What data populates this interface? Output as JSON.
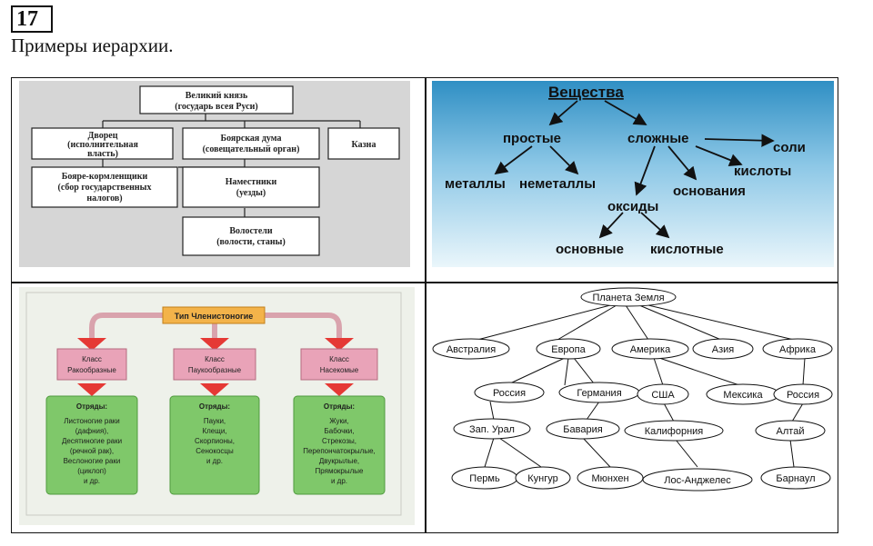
{
  "header": {
    "number": "17",
    "caption": "Примеры иерархии."
  },
  "rus": {
    "prince": [
      "Великий князь",
      "(государь всея Руси)"
    ],
    "palace": [
      "Дворец",
      "(исполнительная",
      "власть)"
    ],
    "duma": [
      "Боярская дума",
      "(совещательный орган)"
    ],
    "treasury": [
      "Казна"
    ],
    "feeders": [
      "Бояре-кормленщики",
      "(сбор государственных",
      "налогов)"
    ],
    "governors": [
      "Наместники",
      "(уезды)"
    ],
    "volost": [
      "Волостели",
      "(волости, станы)"
    ]
  },
  "chem": {
    "root": "Вещества",
    "simple": "простые",
    "complex": "сложные",
    "metals": "металлы",
    "nonmetals": "неметаллы",
    "salts": "соли",
    "acids": "кислоты",
    "bases": "основания",
    "oxides": "оксиды",
    "basic": "основные",
    "acidic": "кислотные"
  },
  "arthro": {
    "type": "Тип Членистоногие",
    "classes": [
      {
        "name": [
          "Класс",
          "Ракообразные"
        ],
        "title": "Отряды:",
        "items": [
          "Листоногие раки",
          "(дафния),",
          "Десятиногие раки",
          "(речной рак),",
          "Веслоногие раки",
          "(циклоп)",
          "и др."
        ]
      },
      {
        "name": [
          "Класс",
          "Паукообразные"
        ],
        "title": "Отряды:",
        "items": [
          "Пауки,",
          "Клещи,",
          "Скорпионы,",
          "Сенокосцы",
          "и др."
        ]
      },
      {
        "name": [
          "Класс",
          "Насекомые"
        ],
        "title": "Отряды:",
        "items": [
          "Жуки,",
          "Бабочки,",
          "Стрекозы,",
          "Перепончатокрылые,",
          "Двукрылые,",
          "Прямокрылые",
          "и др."
        ]
      }
    ]
  },
  "earth": {
    "root": "Планета Земля",
    "continents": [
      "Австралия",
      "Европа",
      "Америка",
      "Азия",
      "Африка"
    ],
    "countries": [
      "Россия",
      "Германия",
      "США",
      "Мексика",
      "Россия"
    ],
    "regions": [
      "Зап. Урал",
      "Бавария",
      "Калифорния",
      "Алтай"
    ],
    "cities": [
      "Пермь",
      "Кунгур",
      "Мюнхен",
      "Лос-Анджелес",
      "Барнаул"
    ]
  },
  "colors": {
    "sky": "#6fb3d6",
    "pink": "#e9a3b8",
    "green": "#7fc86a",
    "orange": "#f3b34a",
    "red": "#e53935"
  }
}
